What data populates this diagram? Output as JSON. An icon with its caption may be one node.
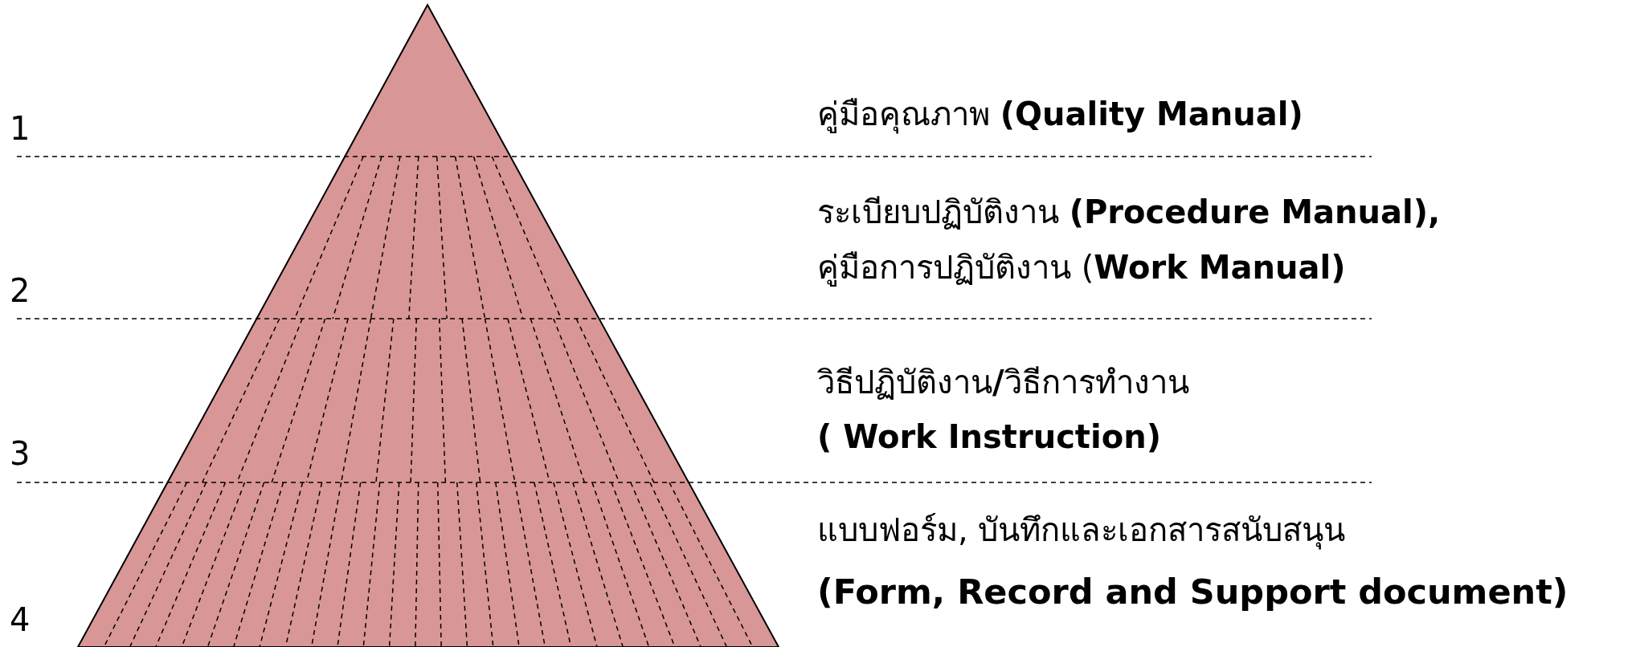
{
  "diagram": {
    "labels": [
      "คู่มือคุณภาพ **(Quality Manual)**",
      "1",
      "ระเบียบปฏิบัติงาน **(Procedure Manual),**",
      "คู่มือการปฏิบัติงาน (**Work Manual)**",
      "2",
      "วิธีปฏิบัติงาน**/**วิธีการทำงาน",
      "( Work Instruction)",
      "3",
      "แบบฟอร์ม, บันทึกและเอกสารสนับสนุน",
      "(Form, Record and Support document)",
      "4"
    ]
  }
}
